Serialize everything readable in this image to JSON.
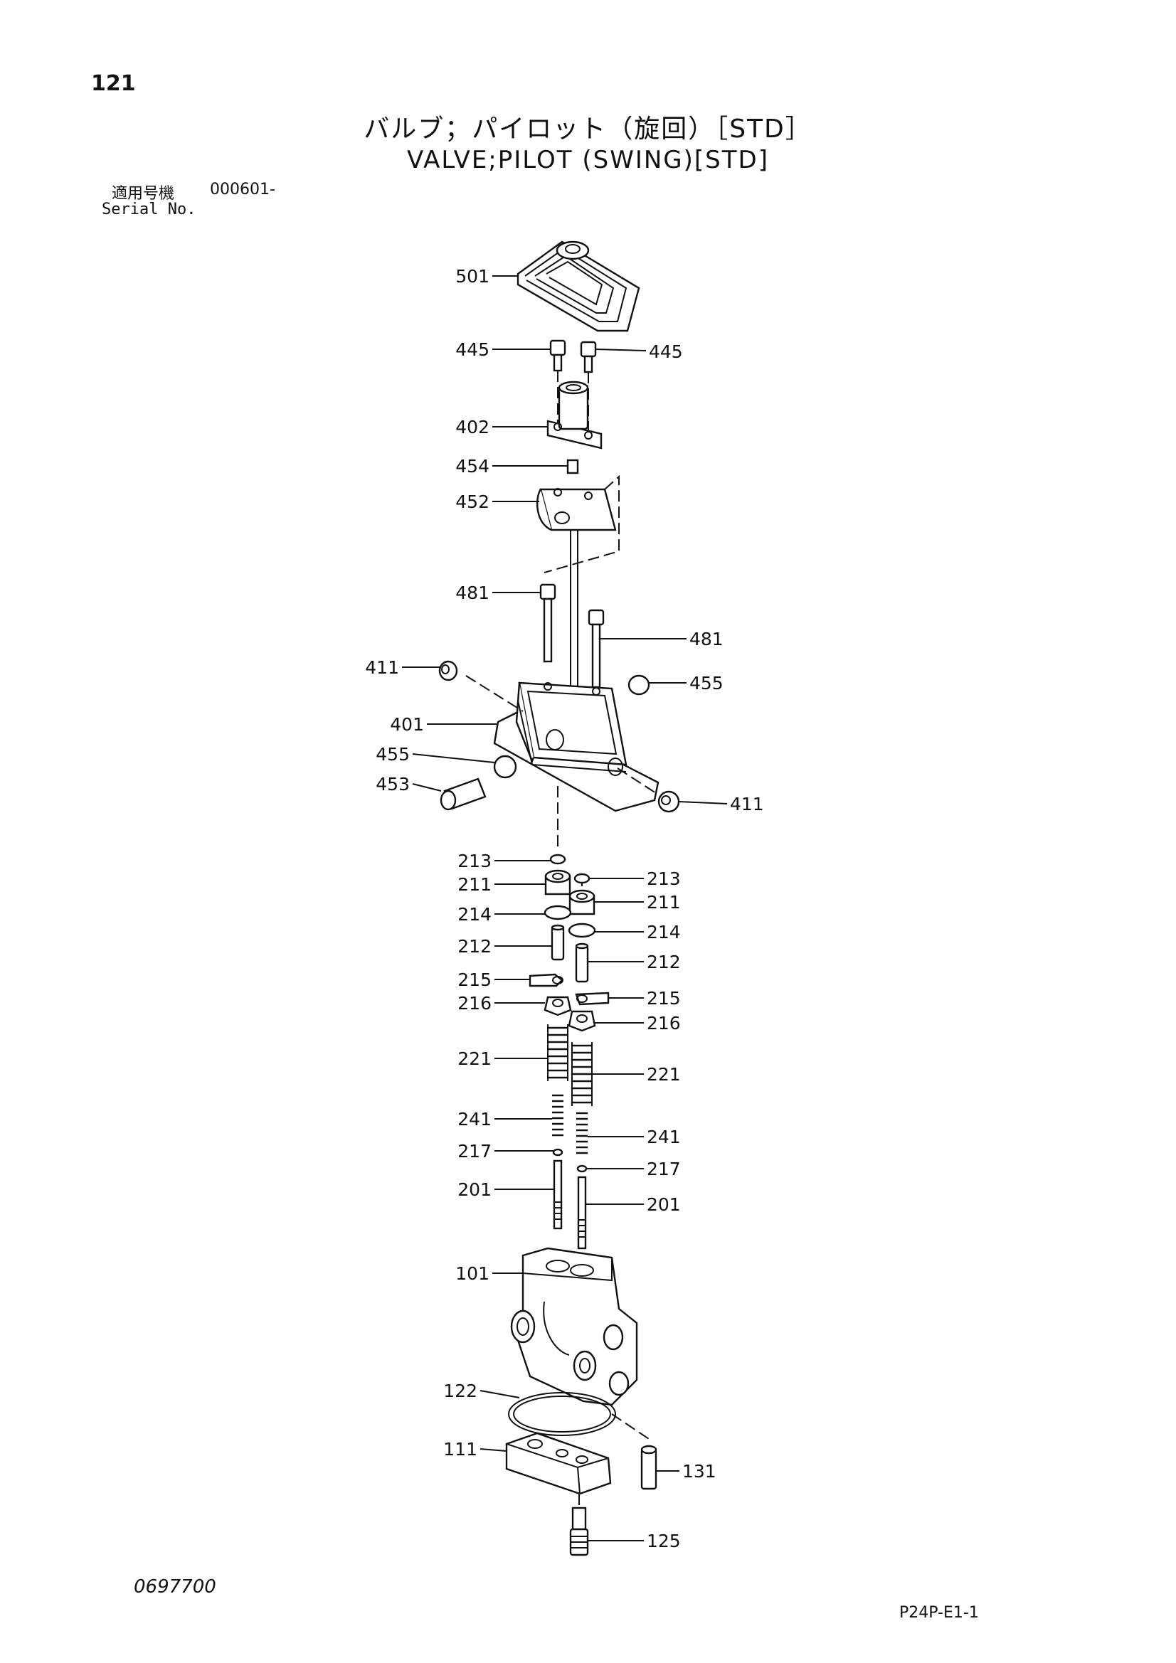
{
  "page_number": "121",
  "title_ja": "バルブ；パイロット（旋回）［STD］",
  "title_en": "VALVE;PILOT (SWING)[STD]",
  "serial_label_ja": "適用号機",
  "serial_label_en": "Serial No.",
  "serial_value": "000601-",
  "document_code": "0697700",
  "reference_code": "P24P-E1-1",
  "callouts": [
    {
      "label": "501",
      "side": "left"
    },
    {
      "label": "445",
      "side": "left"
    },
    {
      "label": "445",
      "side": "right"
    },
    {
      "label": "402",
      "side": "left"
    },
    {
      "label": "454",
      "side": "left"
    },
    {
      "label": "452",
      "side": "left"
    },
    {
      "label": "481",
      "side": "left"
    },
    {
      "label": "481",
      "side": "right"
    },
    {
      "label": "411",
      "side": "left"
    },
    {
      "label": "455",
      "side": "right"
    },
    {
      "label": "401",
      "side": "left"
    },
    {
      "label": "455",
      "side": "left"
    },
    {
      "label": "453",
      "side": "left"
    },
    {
      "label": "411",
      "side": "right"
    },
    {
      "label": "213",
      "side": "left"
    },
    {
      "label": "213",
      "side": "right"
    },
    {
      "label": "211",
      "side": "left"
    },
    {
      "label": "211",
      "side": "right"
    },
    {
      "label": "214",
      "side": "left"
    },
    {
      "label": "214",
      "side": "right"
    },
    {
      "label": "212",
      "side": "left"
    },
    {
      "label": "212",
      "side": "right"
    },
    {
      "label": "215",
      "side": "left"
    },
    {
      "label": "215",
      "side": "right"
    },
    {
      "label": "216",
      "side": "left"
    },
    {
      "label": "216",
      "side": "right"
    },
    {
      "label": "221",
      "side": "left"
    },
    {
      "label": "221",
      "side": "right"
    },
    {
      "label": "241",
      "side": "left"
    },
    {
      "label": "241",
      "side": "right"
    },
    {
      "label": "217",
      "side": "left"
    },
    {
      "label": "217",
      "side": "right"
    },
    {
      "label": "201",
      "side": "left"
    },
    {
      "label": "201",
      "side": "right"
    },
    {
      "label": "101",
      "side": "left"
    },
    {
      "label": "122",
      "side": "left"
    },
    {
      "label": "111",
      "side": "left"
    },
    {
      "label": "131",
      "side": "right"
    },
    {
      "label": "125",
      "side": "right"
    }
  ]
}
